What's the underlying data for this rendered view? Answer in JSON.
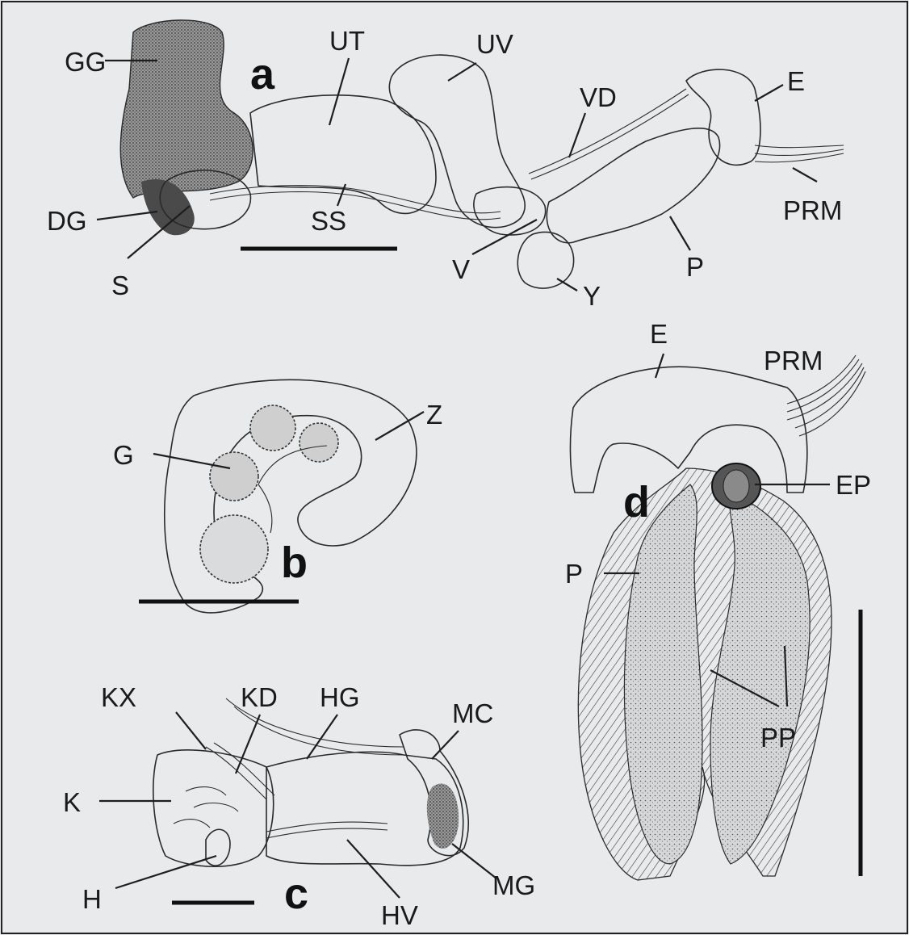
{
  "panels": {
    "a": {
      "letter": "a",
      "labels": {
        "GG": "GG",
        "UT": "UT",
        "UV": "UV",
        "VD": "VD",
        "E": "E",
        "PRM": "PRM",
        "DG": "DG",
        "SS": "SS",
        "S": "S",
        "V": "V",
        "Y": "Y",
        "P": "P"
      }
    },
    "b": {
      "letter": "b",
      "labels": {
        "G": "G",
        "Z": "Z"
      }
    },
    "c": {
      "letter": "c",
      "labels": {
        "KX": "KX",
        "KD": "KD",
        "HG": "HG",
        "MC": "MC",
        "K": "K",
        "H": "H",
        "HV": "HV",
        "MG": "MG"
      }
    },
    "d": {
      "letter": "d",
      "labels": {
        "E": "E",
        "PRM": "PRM",
        "EP": "EP",
        "P": "P",
        "PP": "PP"
      }
    }
  },
  "colors": {
    "background": "#e8eaec",
    "ink": "#1a1a1a",
    "stipple_dark": "#6a6a6a",
    "stipple_mid": "#a9a9a9"
  }
}
